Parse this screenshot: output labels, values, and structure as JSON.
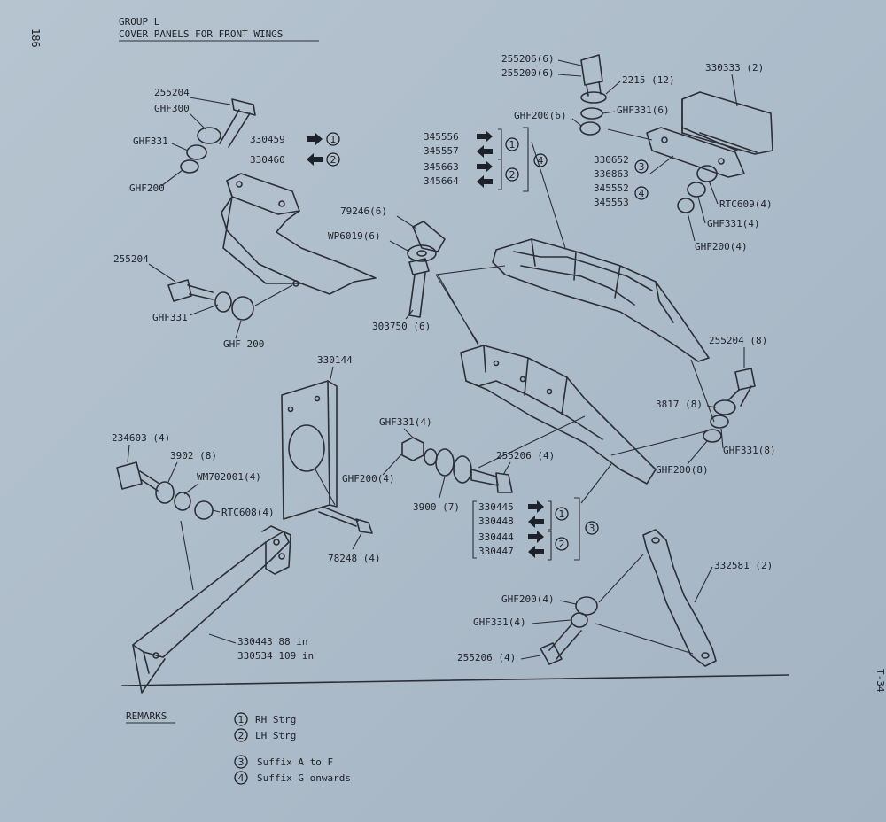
{
  "page_number": "186",
  "group": "GROUP L",
  "title": "COVER PANELS FOR FRONT WINGS",
  "side_mark": "T-34",
  "labels": {
    "l255204_a": "255204",
    "lGHF300": "GHF300",
    "lGHF331_a": "GHF331",
    "lGHF200_a": "GHF200",
    "l330459": "330459",
    "l330460": "330460",
    "l255204_b": "255204",
    "lGHF331_b": "GHF331",
    "lGHF200_b": "GHF 200",
    "l79246": "79246(6)",
    "lWP6019": "WP6019(6)",
    "l303750": "303750 (6)",
    "l345556": "345556",
    "l345557": "345557",
    "l345663": "345663",
    "l345664": "345664",
    "l255206_6": "255206(6)",
    "l255200_6": "255200(6)",
    "l2215": "2215 (12)",
    "l330333": "330333 (2)",
    "lGHF200_6": "GHF200(6)",
    "lGHF331_6": "GHF331(6)",
    "l330652": "330652",
    "l336863": "336863",
    "l345552": "345552",
    "l345553": "345553",
    "lRTC609": "RTC609(4)",
    "lGHF331_4a": "GHF331(4)",
    "lGHF200_4a": "GHF200(4)",
    "l255204_8": "255204 (8)",
    "l3817": "3817 (8)",
    "lGHF331_8": "GHF331(8)",
    "lGHF200_8": "GHF200(8)",
    "l330144": "330144",
    "l234603": "234603 (4)",
    "l3902": "3902 (8)",
    "lWM702001": "WM702001(4)",
    "lRTC608": "RTC608(4)",
    "lGHF331_4b": "GHF331(4)",
    "lGHF200_4b": "GHF200(4)",
    "l3900": "3900 (7)",
    "l255206_4a": "255206 (4)",
    "l78248": "78248 (4)",
    "l330445": "330445",
    "l330448": "330448",
    "l330444": "330444",
    "l330447": "330447",
    "l332581": "332581 (2)",
    "lGHF200_4c": "GHF200(4)",
    "lGHF331_4c": "GHF331(4)",
    "l255206_4b": "255206 (4)",
    "l330443": "330443 88 in",
    "l330534": "330534 109 in"
  },
  "markers": {
    "one": "1",
    "two": "2",
    "three": "3",
    "four": "4"
  },
  "remarks": {
    "heading": "REMARKS",
    "items": [
      {
        "num": "1",
        "text": "RH Strg"
      },
      {
        "num": "2",
        "text": "LH Strg"
      },
      {
        "num": "3",
        "text": "Suffix A to F"
      },
      {
        "num": "4",
        "text": "Suffix G onwards"
      }
    ]
  }
}
